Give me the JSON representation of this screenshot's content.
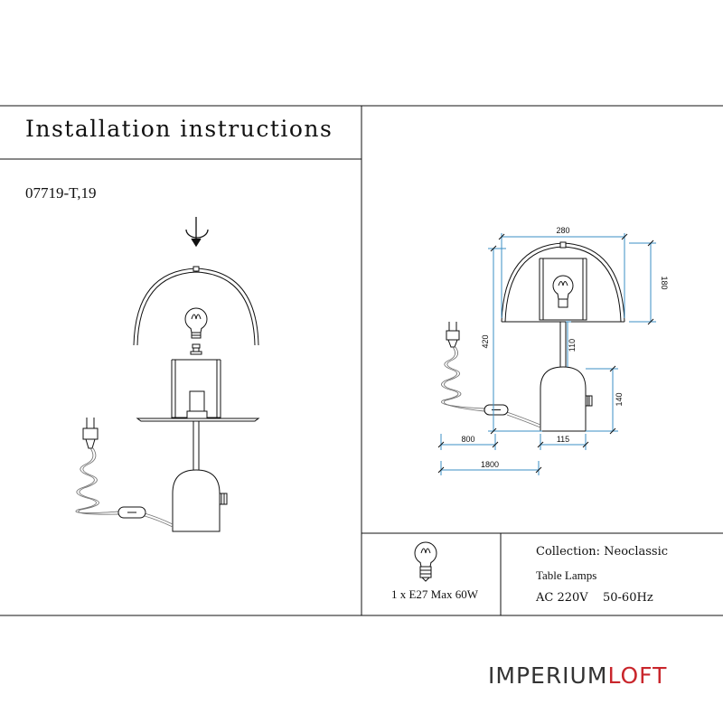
{
  "header": {
    "title": "Installation instructions"
  },
  "product": {
    "model": "07719-T,19"
  },
  "dimensions": {
    "shade_width": "280",
    "shade_height": "180",
    "total_height": "420",
    "stem_height": "110",
    "base_height": "140",
    "cord_to_switch": "800",
    "base_width": "115",
    "cord_total": "1800"
  },
  "bulb": {
    "spec": "1 x E27 Max 60W"
  },
  "specs": {
    "collection": "Collection: Neoclassic",
    "category": "Table Lamps",
    "voltage": "AC 220V",
    "frequency": "50-60Hz"
  },
  "brand": {
    "part1": "IMPERIUM",
    "part2": "LOFT",
    "accent": "#c9262c"
  },
  "colors": {
    "dimension_lines": "#3b8fc4",
    "lines": "#111111"
  }
}
